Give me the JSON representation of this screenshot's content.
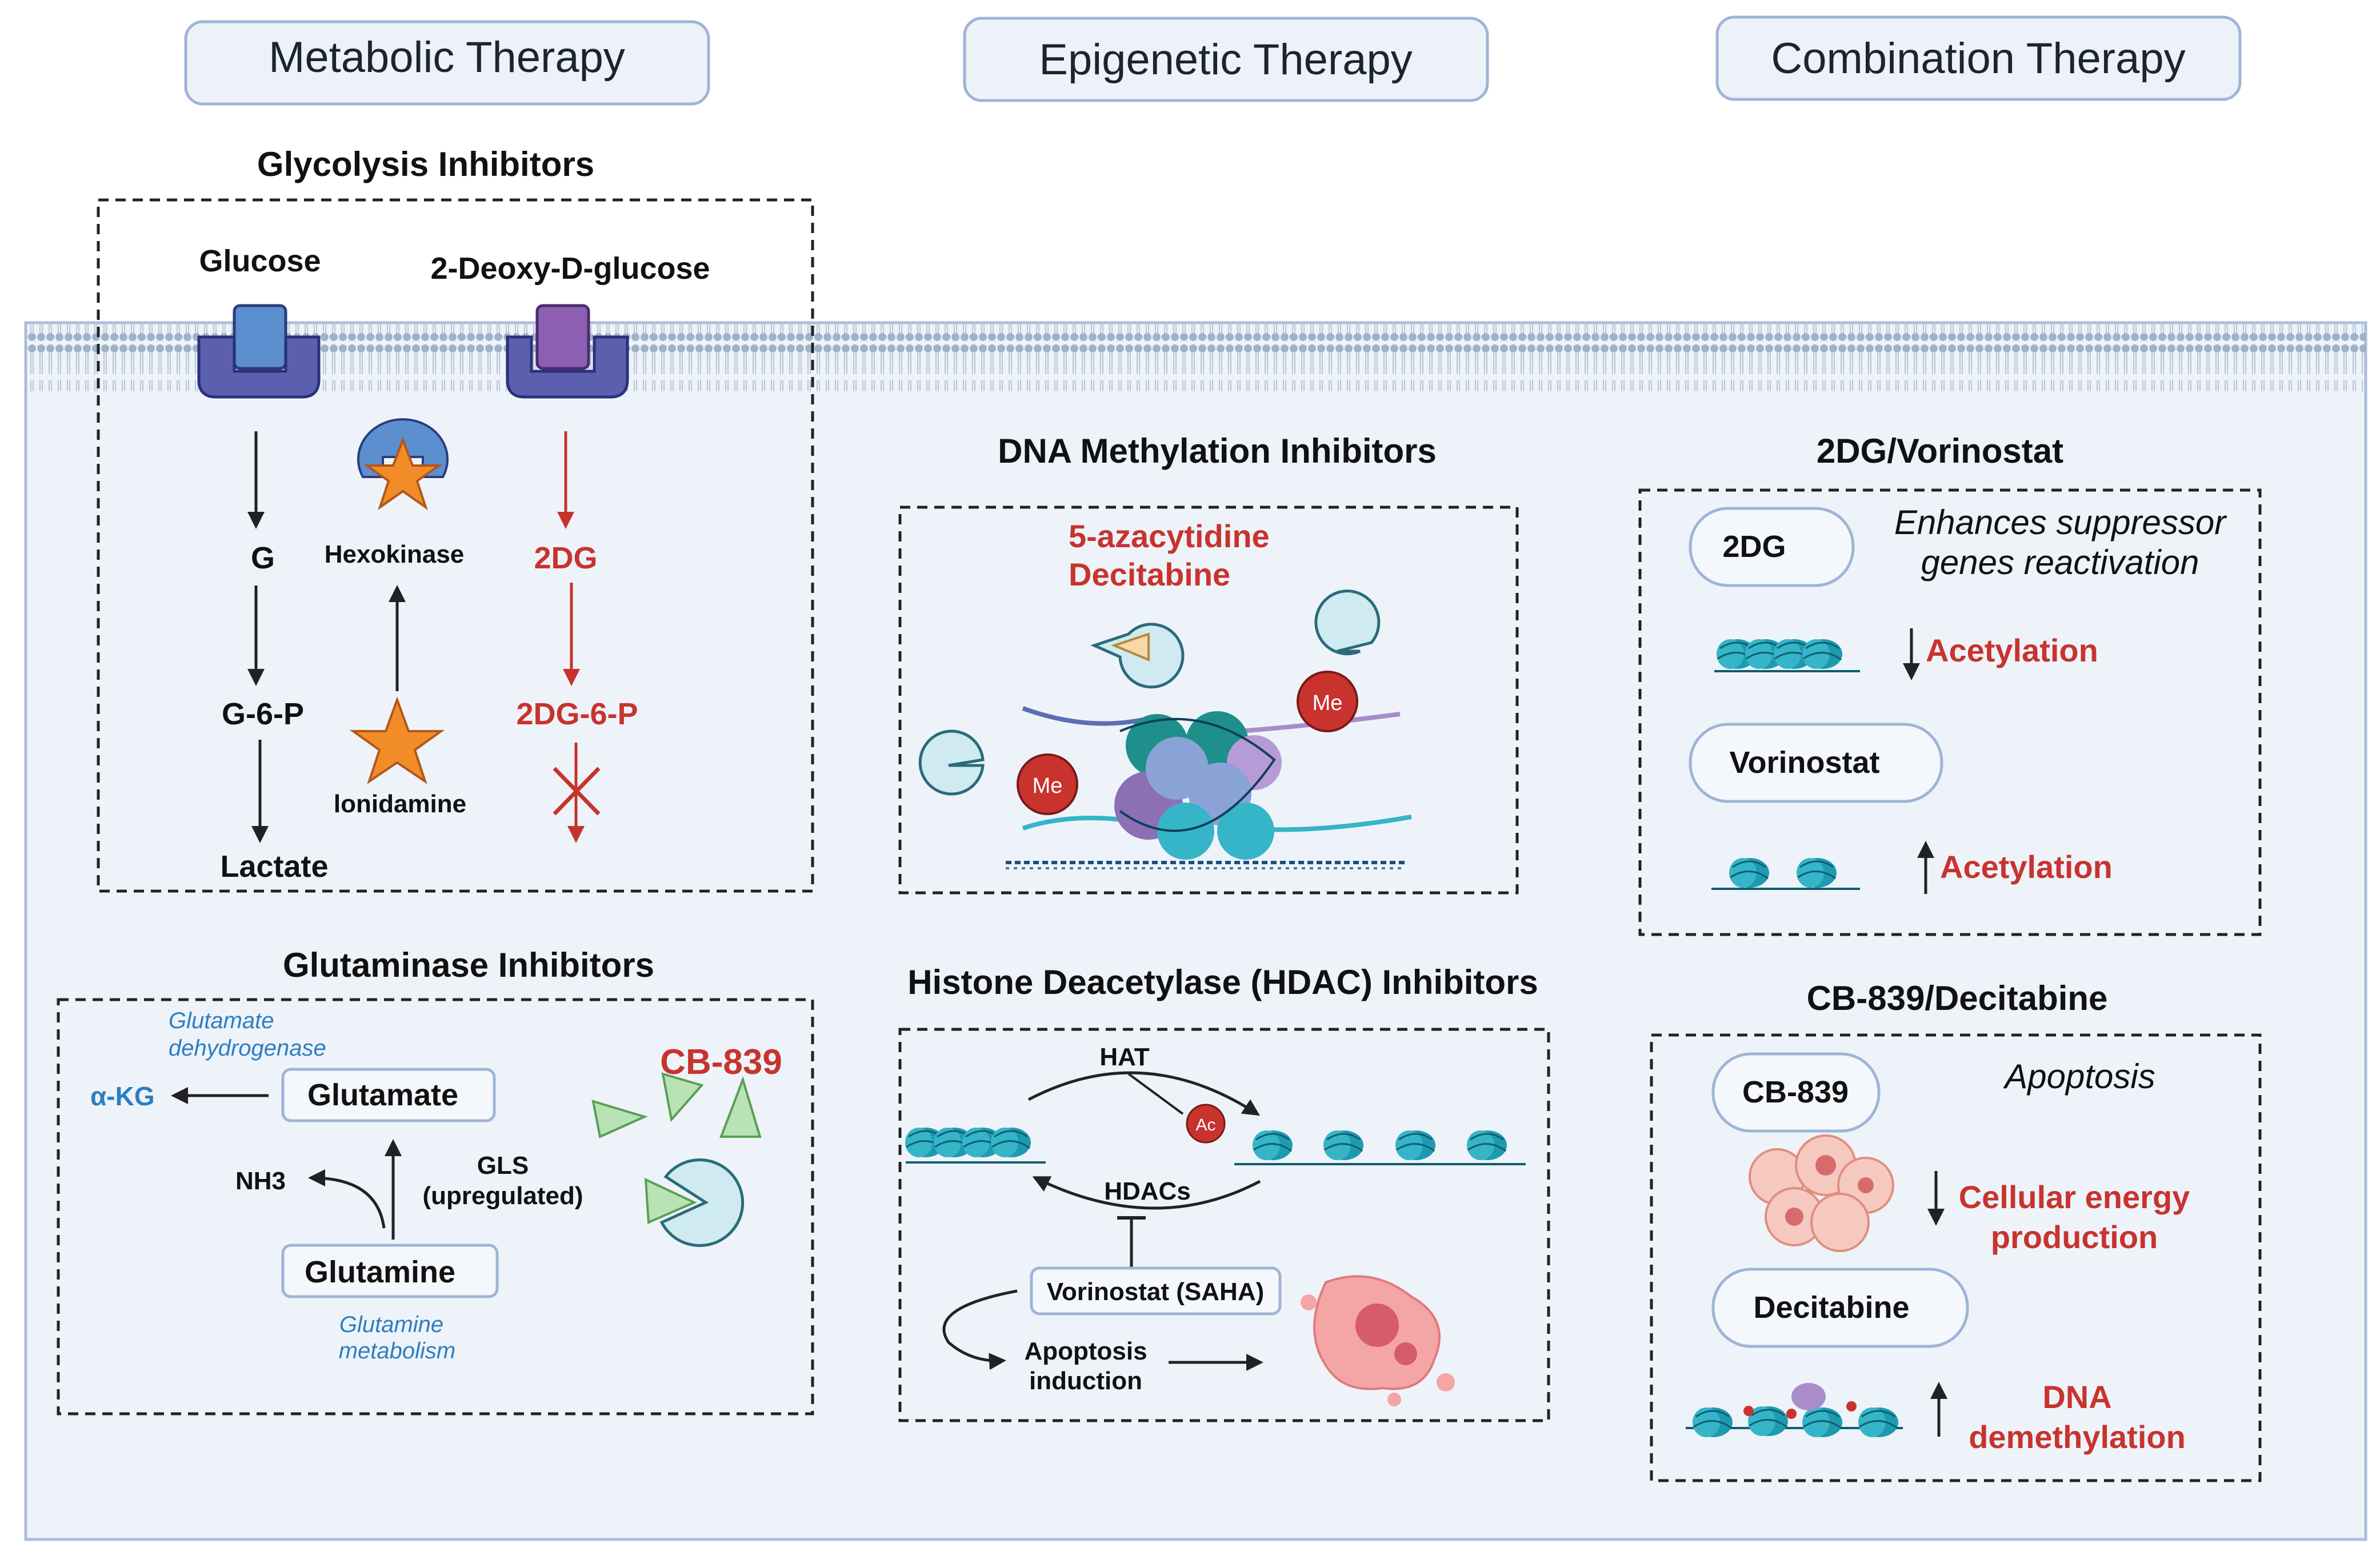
{
  "headers": {
    "metabolic": "Metabolic Therapy",
    "epigenetic": "Epigenetic Therapy",
    "combination": "Combination Therapy"
  },
  "glycolysis": {
    "title": "Glycolysis Inhibitors",
    "glucose": "Glucose",
    "deoxyglucose": "2-Deoxy-D-glucose",
    "g": "G",
    "g6p": "G-6-P",
    "lactate": "Lactate",
    "hexokinase": "Hexokinase",
    "lonidamine": "lonidamine",
    "dg": "2DG",
    "dg6p": "2DG-6-P"
  },
  "glutaminase": {
    "title": "Glutaminase Inhibitors",
    "glutamate_dehydrogenase_1": "Glutamate",
    "glutamate_dehydrogenase_2": "dehydrogenase",
    "akg": "α-KG",
    "glutamate": "Glutamate",
    "nh3": "NH3",
    "gls_1": "GLS",
    "gls_2": "(upregulated)",
    "glutamine": "Glutamine",
    "glutamine_metabolism_1": "Glutamine",
    "glutamine_metabolism_2": "metabolism",
    "cb839": "CB-839"
  },
  "dna_methylation": {
    "title": "DNA Methylation Inhibitors",
    "drug1": "5-azacytidine",
    "drug2": "Decitabine",
    "me": "Me"
  },
  "hdac": {
    "title": "Histone Deacetylase (HDAC) Inhibitors",
    "hat": "HAT",
    "ac": "Ac",
    "hdacs": "HDACs",
    "vorinostat": "Vorinostat (SAHA)",
    "apoptosis_1": "Apoptosis",
    "apoptosis_2": "induction"
  },
  "combo_2dg": {
    "title": "2DG/Vorinostat",
    "drug_a": "2DG",
    "effect_1": "Enhances suppressor",
    "effect_2": "genes reactivation",
    "acetylation_down": "Acetylation",
    "drug_b": "Vorinostat",
    "acetylation_up": "Acetylation"
  },
  "combo_cb839": {
    "title": "CB-839/Decitabine",
    "drug_a": "CB-839",
    "effect": "Apoptosis",
    "energy_1": "Cellular energy",
    "energy_2": "production",
    "drug_b": "Decitabine",
    "demeth_1": "DNA",
    "demeth_2": "demethylation"
  },
  "colors": {
    "cell_bg": "#eef3f9",
    "header_fill": "#edf2f9",
    "header_border": "#9fb4d6",
    "red_accent": "#c8332e",
    "blue_accent": "#2d7ec1",
    "transporter": "#5b5fae",
    "nucleosome": "#1e9ab0"
  }
}
